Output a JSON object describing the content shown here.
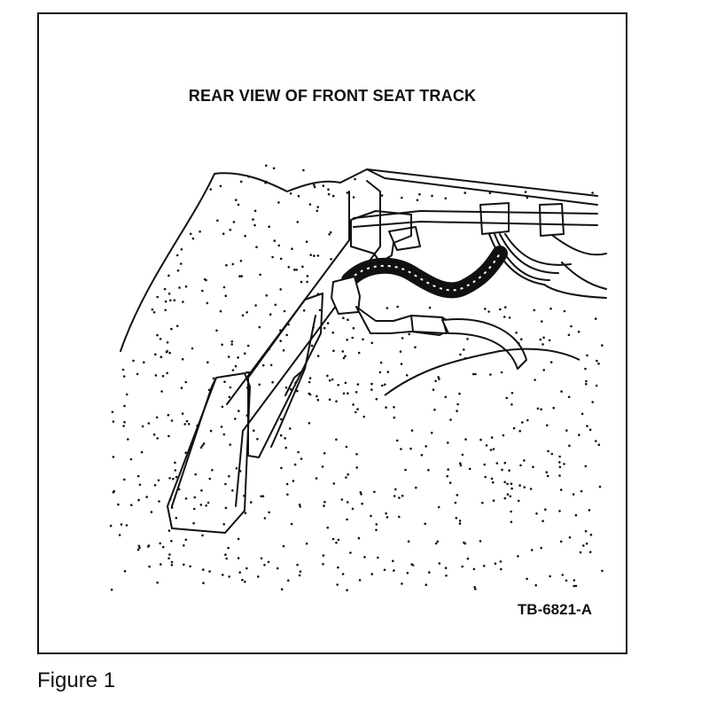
{
  "figure": {
    "title": "REAR VIEW OF FRONT SEAT TRACK",
    "part_number": "TB-6821-A",
    "caption": "Figure 1"
  },
  "illustration": {
    "subject": "front seat track rear view with wiring harness and connectors",
    "line_color": "#111111",
    "fill_color": "#ffffff"
  }
}
